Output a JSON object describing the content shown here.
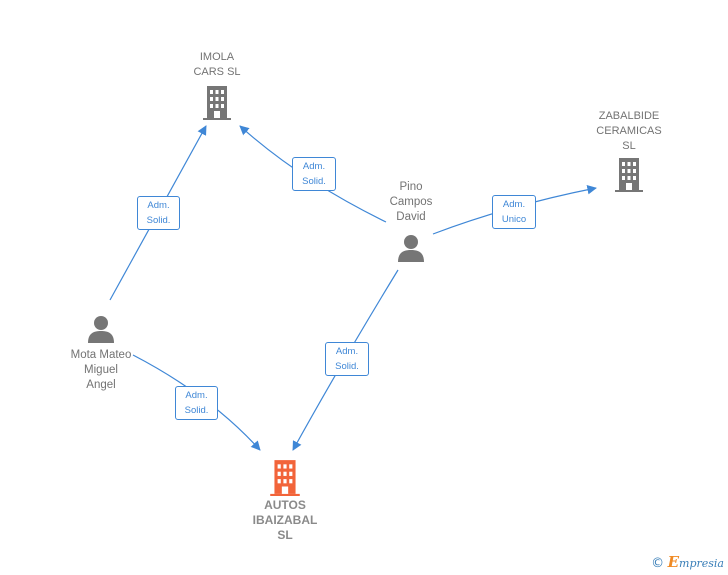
{
  "nodes": {
    "imola": {
      "label": "IMOLA\nCARS  SL",
      "type": "company",
      "color": "#767676"
    },
    "zabalbide": {
      "label": "ZABALBIDE\nCERAMICAS\nSL",
      "type": "company",
      "color": "#767676"
    },
    "autos": {
      "label": "AUTOS\nIBAIZABAL\nSL",
      "type": "company",
      "color": "#f2643a"
    },
    "pino": {
      "label": "Pino\nCampos\nDavid",
      "type": "person",
      "color": "#767676"
    },
    "mota": {
      "label": "Mota Mateo\nMiguel\nAngel",
      "type": "person",
      "color": "#767676"
    }
  },
  "edges": [
    {
      "from": "mota",
      "to": "imola",
      "label": "Adm.\nSolid."
    },
    {
      "from": "pino",
      "to": "imola",
      "label": "Adm.\nSolid."
    },
    {
      "from": "pino",
      "to": "zabalbide",
      "label": "Adm.\nUnico"
    },
    {
      "from": "pino",
      "to": "autos",
      "label": "Adm.\nSolid."
    },
    {
      "from": "mota",
      "to": "autos",
      "label": "Adm.\nSolid."
    }
  ],
  "edge_color": "#3f87d6",
  "brand": {
    "copyright": "©",
    "initial": "E",
    "name": "mpresia"
  }
}
